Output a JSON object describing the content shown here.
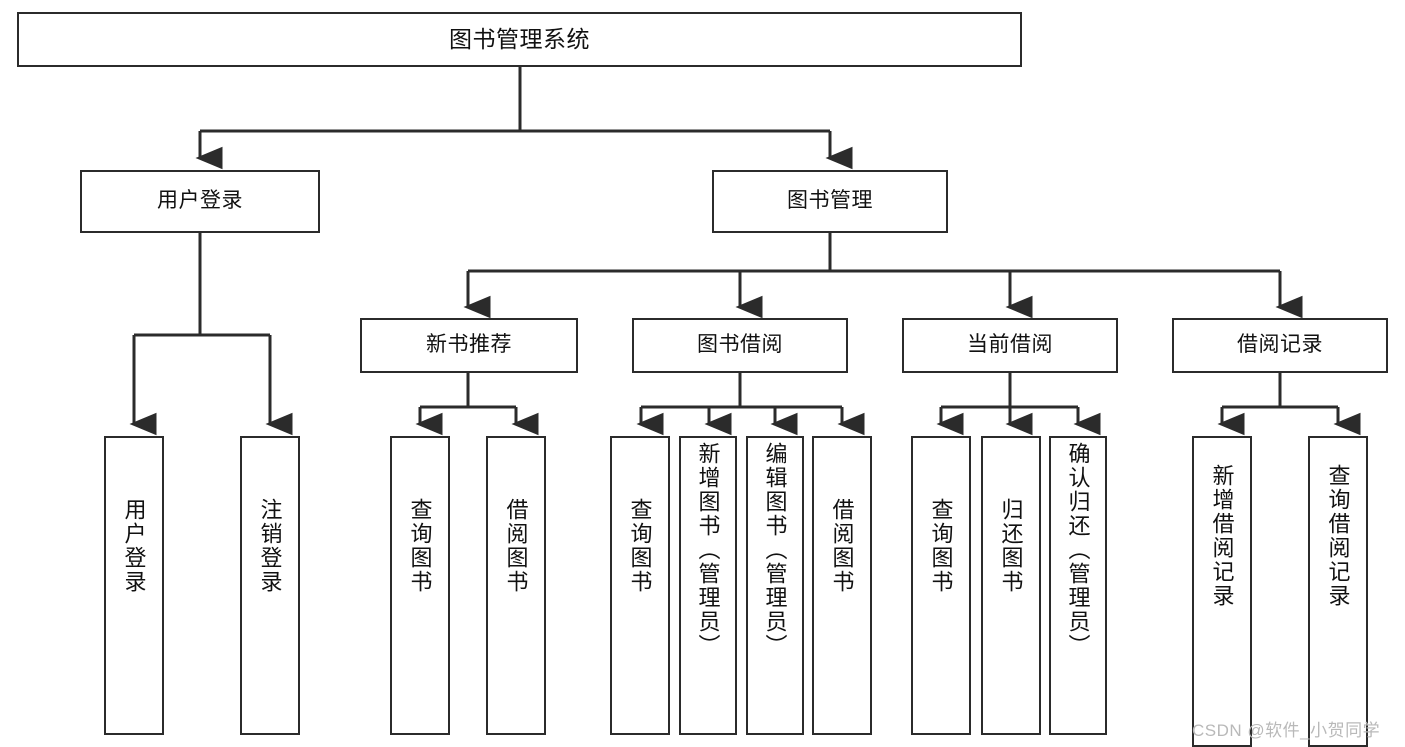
{
  "diagram": {
    "type": "tree-hierarchy",
    "title": "图书管理系统",
    "watermark": "CSDN @软件_小贺同学",
    "colors": {
      "stroke": "#2b2b2b",
      "fill": "#ffffff",
      "text": "#111111",
      "watermark": "#b9b9b9"
    },
    "nodes": {
      "root": {
        "label": "图书管理系统"
      },
      "level2": [
        {
          "label": "用户登录"
        },
        {
          "label": "图书管理"
        }
      ],
      "level3": [
        {
          "label": "新书推荐"
        },
        {
          "label": "图书借阅"
        },
        {
          "label": "当前借阅"
        },
        {
          "label": "借阅记录"
        }
      ],
      "leaves": {
        "user_login": [
          {
            "label": "用户登录"
          },
          {
            "label": "注销登录"
          }
        ],
        "new_book": [
          {
            "label": "查询图书"
          },
          {
            "label": "借阅图书"
          }
        ],
        "book_borrow": [
          {
            "label": "查询图书"
          },
          {
            "label": "新增图书（管理员）"
          },
          {
            "label": "编辑图书（管理员）"
          },
          {
            "label": "借阅图书"
          }
        ],
        "current_borrow": [
          {
            "label": "查询图书"
          },
          {
            "label": "归还图书"
          },
          {
            "label": "确认归还（管理员）"
          }
        ],
        "borrow_record": [
          {
            "label": "新增借阅记录"
          },
          {
            "label": "查询借阅记录"
          }
        ]
      }
    }
  }
}
